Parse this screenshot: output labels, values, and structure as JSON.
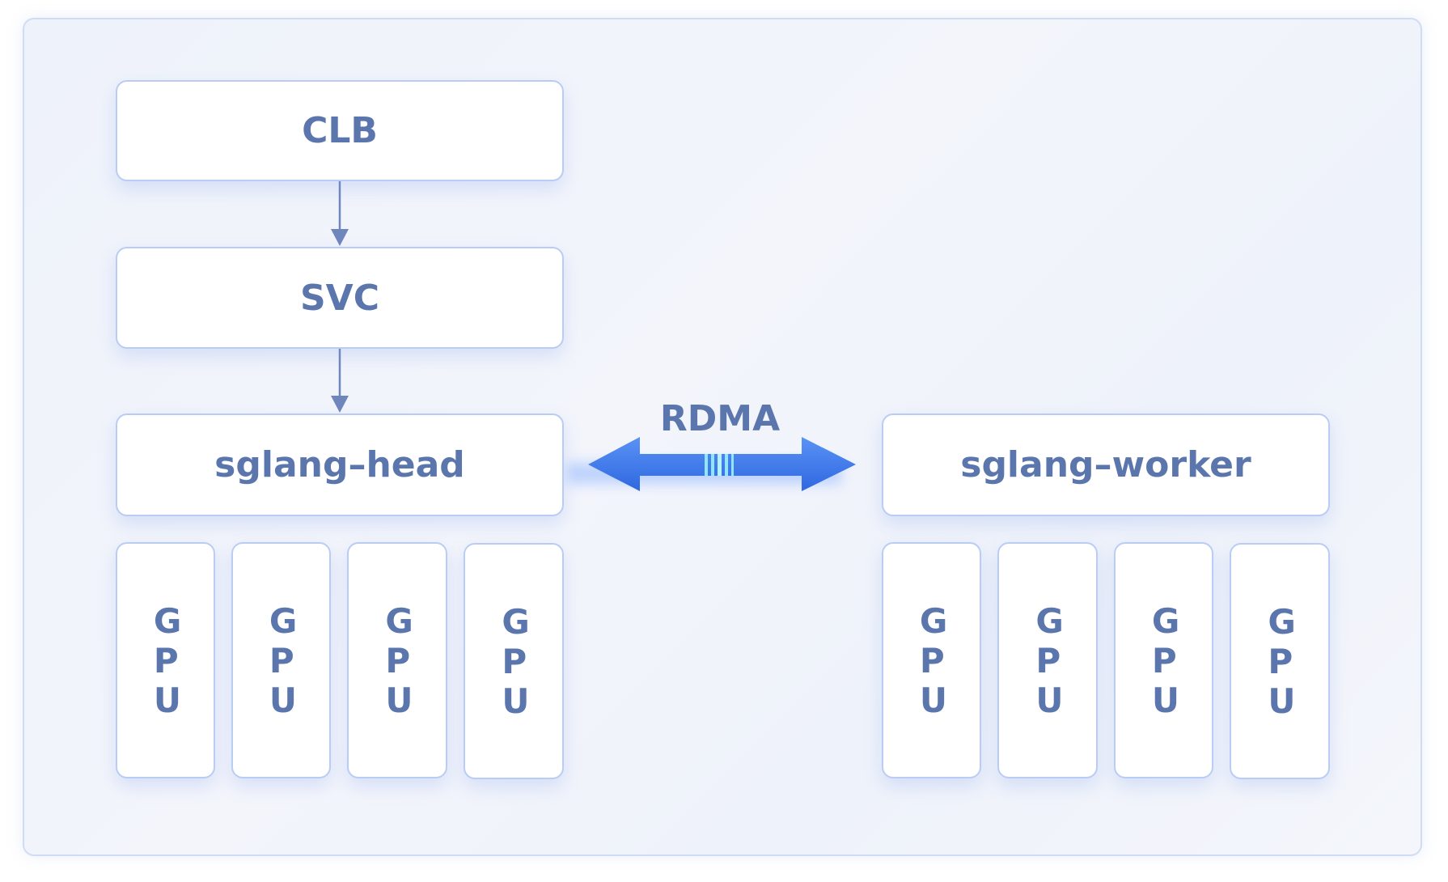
{
  "diagram": {
    "nodes": {
      "clb": "CLB",
      "svc": "SVC",
      "head": "sglang–head",
      "worker": "sglang–worker"
    },
    "link_label": "RDMA",
    "head_gpus": [
      "GPU",
      "GPU",
      "GPU",
      "GPU"
    ],
    "worker_gpus": [
      "GPU",
      "GPU",
      "GPU",
      "GPU"
    ],
    "colors": {
      "text": "#5b76ad",
      "box_border": "#b9cdf4",
      "arrow_line": "#6f86bd",
      "rdma_arrow": "#3d78ea",
      "background": "#eef2fa"
    }
  }
}
